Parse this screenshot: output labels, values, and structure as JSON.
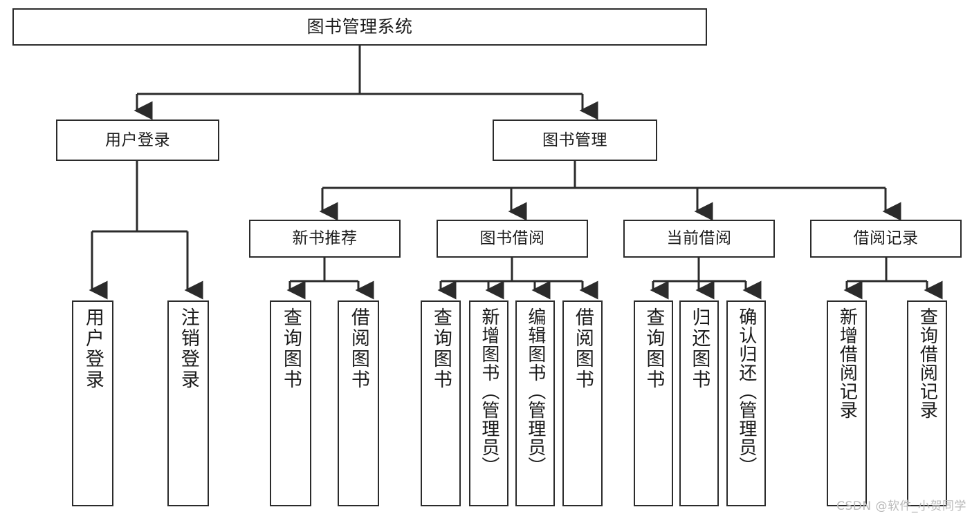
{
  "diagram": {
    "title": "图书管理系统",
    "watermark": "CSDN @软件_小贺同学",
    "colors": {
      "stroke": "#2b2b2b",
      "fill": "#ffffff",
      "text": "#1b1b1b",
      "watermark": "#b9b9b9"
    },
    "nodes": {
      "root": "图书管理系统",
      "level2": {
        "user_login": "用户登录",
        "book_manage": "图书管理"
      },
      "level3": {
        "new_book_rec": "新书推荐",
        "book_borrow": "图书借阅",
        "current_borrow": "当前借阅",
        "borrow_record": "借阅记录"
      },
      "leaves": {
        "user_login_1": "用户登录",
        "user_login_2": "注销登录",
        "new_book_rec_1": "查询图书",
        "new_book_rec_2": "借阅图书",
        "book_borrow_1": "查询图书",
        "book_borrow_2": "新增图书（管理员）",
        "book_borrow_3": "编辑图书（管理员）",
        "book_borrow_4": "借阅图书",
        "current_borrow_1": "查询图书",
        "current_borrow_2": "归还图书",
        "current_borrow_3": "确认归还（管理员）",
        "borrow_record_1": "新增借阅记录",
        "borrow_record_2": "查询借阅记录"
      }
    }
  }
}
